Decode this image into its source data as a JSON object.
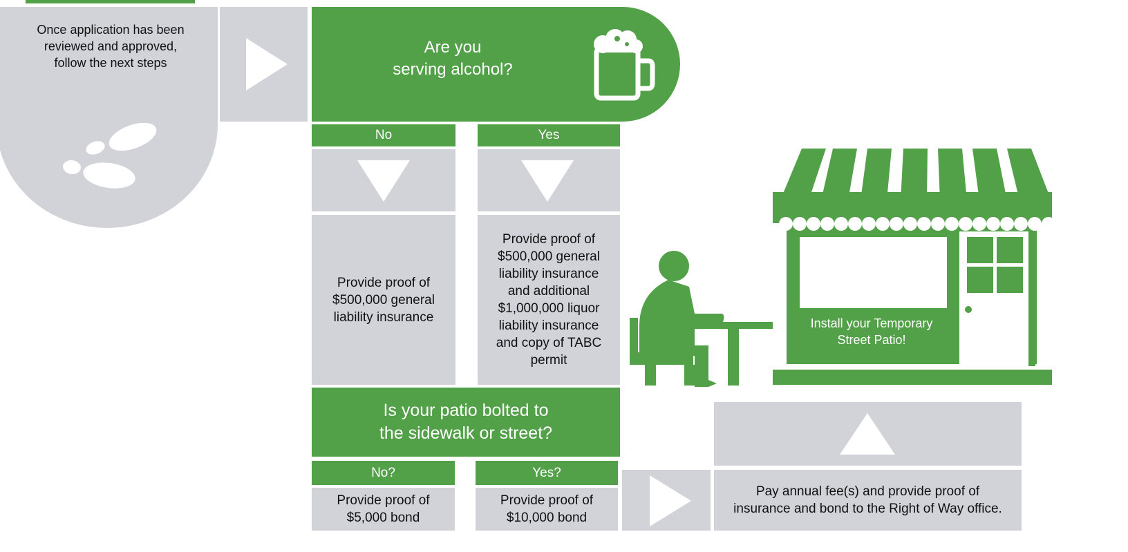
{
  "start": {
    "text": "Once application has been\nreviewed and approved,\nfollow the next steps",
    "icon": "footprints-icon"
  },
  "question1": {
    "text": "Are you\nserving alcohol?",
    "icon": "beer-mug-icon"
  },
  "branch1": {
    "no": {
      "label": "No",
      "text": "Provide proof of\n$500,000 general\nliability insurance"
    },
    "yes": {
      "label": "Yes",
      "text": "Provide proof of\n$500,000 general\nliability insurance\nand additional\n$1,000,000 liquor\nliability insurance\nand copy of TABC\npermit"
    }
  },
  "question2": {
    "text": "Is your patio bolted to\nthe sidewalk or street?"
  },
  "branch2": {
    "no": {
      "label": "No?",
      "text": "Provide proof of\n$5,000 bond"
    },
    "yes": {
      "label": "Yes?",
      "text": "Provide proof of\n$10,000 bond"
    }
  },
  "fee": {
    "text": "Pay annual fee(s) and provide proof of\ninsurance and bond to the Right of Way office."
  },
  "final": {
    "text": "Install your Temporary\nStreet Patio!",
    "icon": "storefront-patio-icon"
  },
  "colors": {
    "green": "#52a047",
    "gray": "#d1d3d9",
    "white": "#ffffff"
  }
}
